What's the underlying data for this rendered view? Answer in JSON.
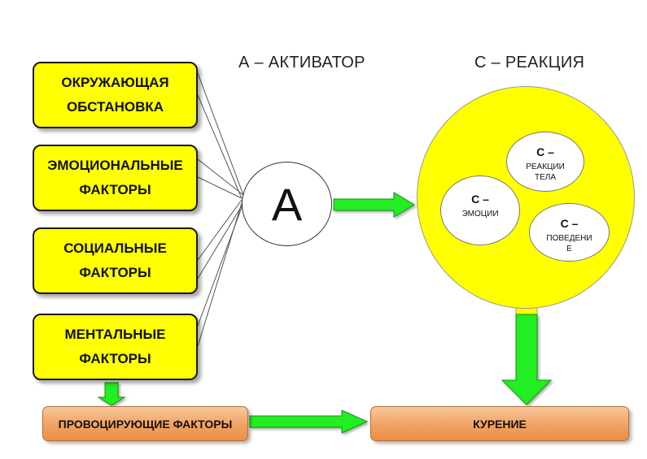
{
  "activator_label": "А – АКТИВАТОР",
  "reaction_label": "С – РЕАКЦИЯ",
  "factors": [
    {
      "line1": "ОКРУЖАЮЩАЯ",
      "line2": "ОБСТАНОВКА"
    },
    {
      "line1": "ЭМОЦИОНАЛЬНЫЕ",
      "line2": "ФАКТОРЫ"
    },
    {
      "line1": "СОЦИАЛЬНЫЕ",
      "line2": "ФАКТОРЫ"
    },
    {
      "line1": "МЕНТАЛЬНЫЕ",
      "line2": "ФАКТОРЫ"
    }
  ],
  "activator_symbol": "А",
  "reactions": {
    "body": {
      "title": "С –",
      "text": "РЕАКЦИИ ТЕЛА"
    },
    "emotions": {
      "title": "С –",
      "text": "ЭМОЦИИ"
    },
    "behavior": {
      "title": "С –",
      "text": "ПОВЕДЕНИ Е"
    }
  },
  "provoking_factors_label": "ПРОВОЦИРУЮЩИЕ ФАКТОРЫ",
  "smoking_label": "КУРЕНИЕ",
  "colors": {
    "box_fill": "#ffff00",
    "arrow": "#22ee22",
    "orange": "#f2a161"
  }
}
